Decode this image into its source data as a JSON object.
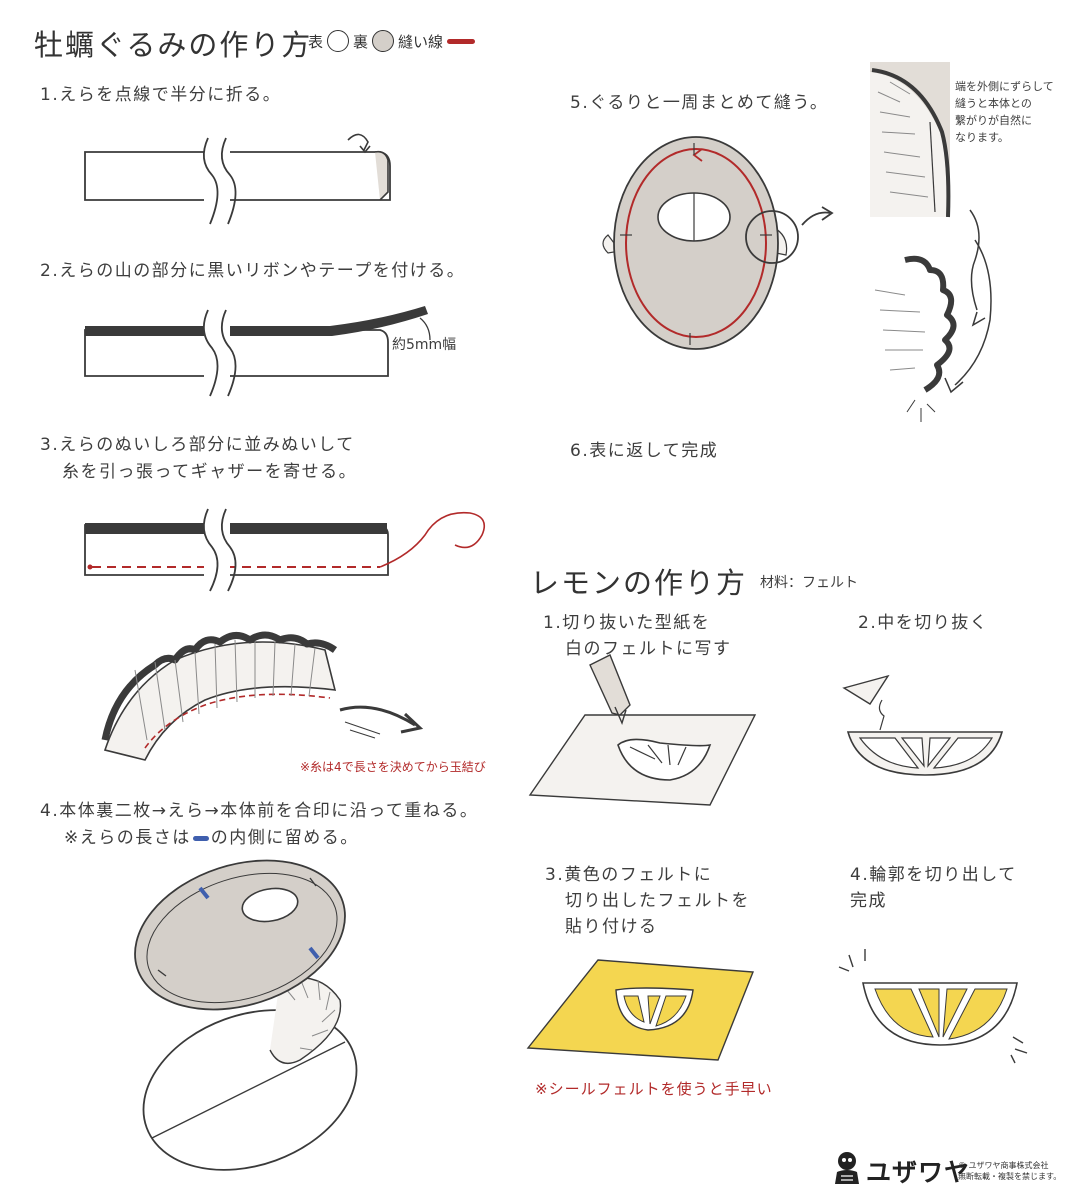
{
  "oyster": {
    "title": "牡蠣ぐるみの作り方",
    "legend": {
      "front": "表",
      "back": "裏",
      "seam": "縫い線"
    },
    "step1": "1.えらを点線で半分に折る。",
    "step2": "2.えらの山の部分に黒いリボンやテープを付ける。",
    "ribbon_width": "約5mm幅",
    "step3_line1": "3.えらのぬいしろ部分に並みぬいして",
    "step3_line2": "糸を引っ張ってギャザーを寄せる。",
    "thread_note": "※糸は4で長さを決めてから玉結び",
    "step4_line1": "4.本体裏二枚→えら→本体前を合印に沿って重ねる。",
    "step4_line2_a": "※えらの長さは",
    "step4_line2_b": "の内側に留める。",
    "step5": "5.ぐるりと一周まとめて縫う。",
    "side_note": [
      "端を外側にずらして",
      "縫うと本体との",
      "繋がりが自然に",
      "なります。"
    ],
    "step6": "6.表に返して完成"
  },
  "lemon": {
    "title": "レモンの作り方",
    "material": "材料：フェルト",
    "step1_line1": "1.切り抜いた型紙を",
    "step1_line2": "白のフェルトに写す",
    "step2": "2.中を切り抜く",
    "step3_line1": "3.黄色のフェルトに",
    "step3_line2": "切り出したフェルトを",
    "step3_line3": "貼り付ける",
    "step4_line1": "4.輪郭を切り出して",
    "step4_line2": "完成",
    "seal_note": "※シールフェルトを使うと手早い"
  },
  "footer": {
    "logo": "ユザワヤ",
    "copyright_line1": "© ユザワヤ商事株式会社",
    "copyright_line2": "無断転載・複製を禁じます。"
  },
  "colors": {
    "seam_red": "#b22a2a",
    "mark_blue": "#3f5fae",
    "felt_yellow": "#f4d650",
    "body_gray": "#d4cfc9",
    "ink": "#333333"
  }
}
